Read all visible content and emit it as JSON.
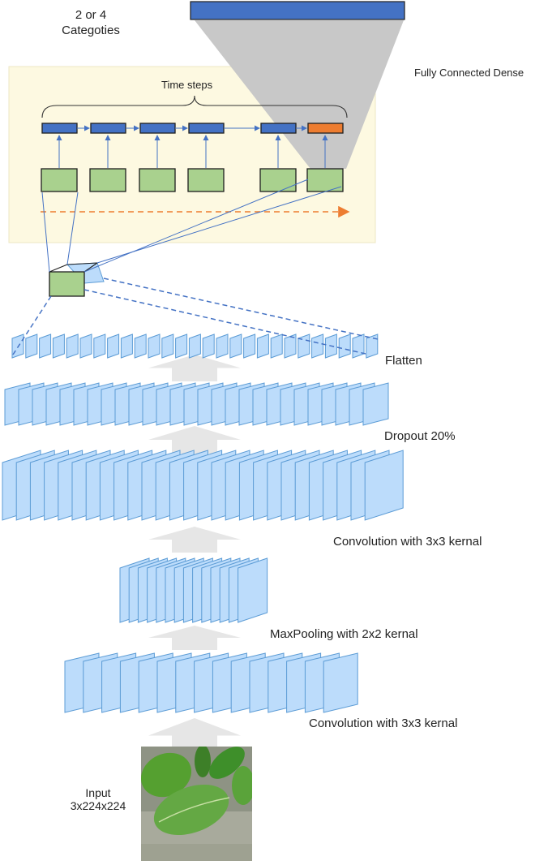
{
  "labels": {
    "output_categories": [
      "2 or 4",
      "Categoties"
    ],
    "fully_connected": "Fully Connected Dense",
    "time_steps": "Time steps",
    "flatten": "Flatten",
    "dropout": "Dropout 20%",
    "conv2": "Convolution with 3x3 kernal",
    "maxpool": "MaxPooling with 2x2 kernal",
    "conv1": "Convolution with 3x3 kernal",
    "input": [
      "Input",
      "3x224x224"
    ]
  },
  "timesteps": {
    "count": 6,
    "final_step_highlighted": true
  },
  "layer_stacks": [
    {
      "name": "conv1",
      "slices": 15
    },
    {
      "name": "maxpool",
      "slices": 14
    },
    {
      "name": "conv2",
      "slices": 27
    },
    {
      "name": "dropout",
      "slices": 27
    },
    {
      "name": "flatten",
      "slices": 27
    }
  ],
  "colors": {
    "panel": "#fdf9e1",
    "panel_border": "#ede7c4",
    "rnn_cell": "#4472c4",
    "rnn_cell_final": "#ed7d31",
    "feature_box": "#a9d18e",
    "map_fill": "#bcdcfb",
    "map_stroke": "#5b9bd5",
    "time_arrow": "#ed7d31",
    "up_arrow": "#e6e6e6",
    "fc_funnel": "#c8c8c8",
    "connector": "#4472c4"
  }
}
